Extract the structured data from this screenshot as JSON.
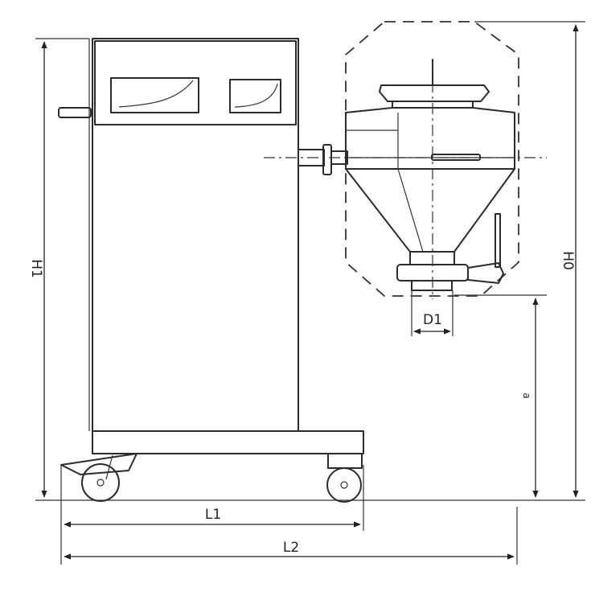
{
  "dimension_labels": {
    "h1": "H1",
    "h0": "H0",
    "l1": "L1",
    "l2": "L2",
    "d1": "D1",
    "h_outlet": "a"
  }
}
